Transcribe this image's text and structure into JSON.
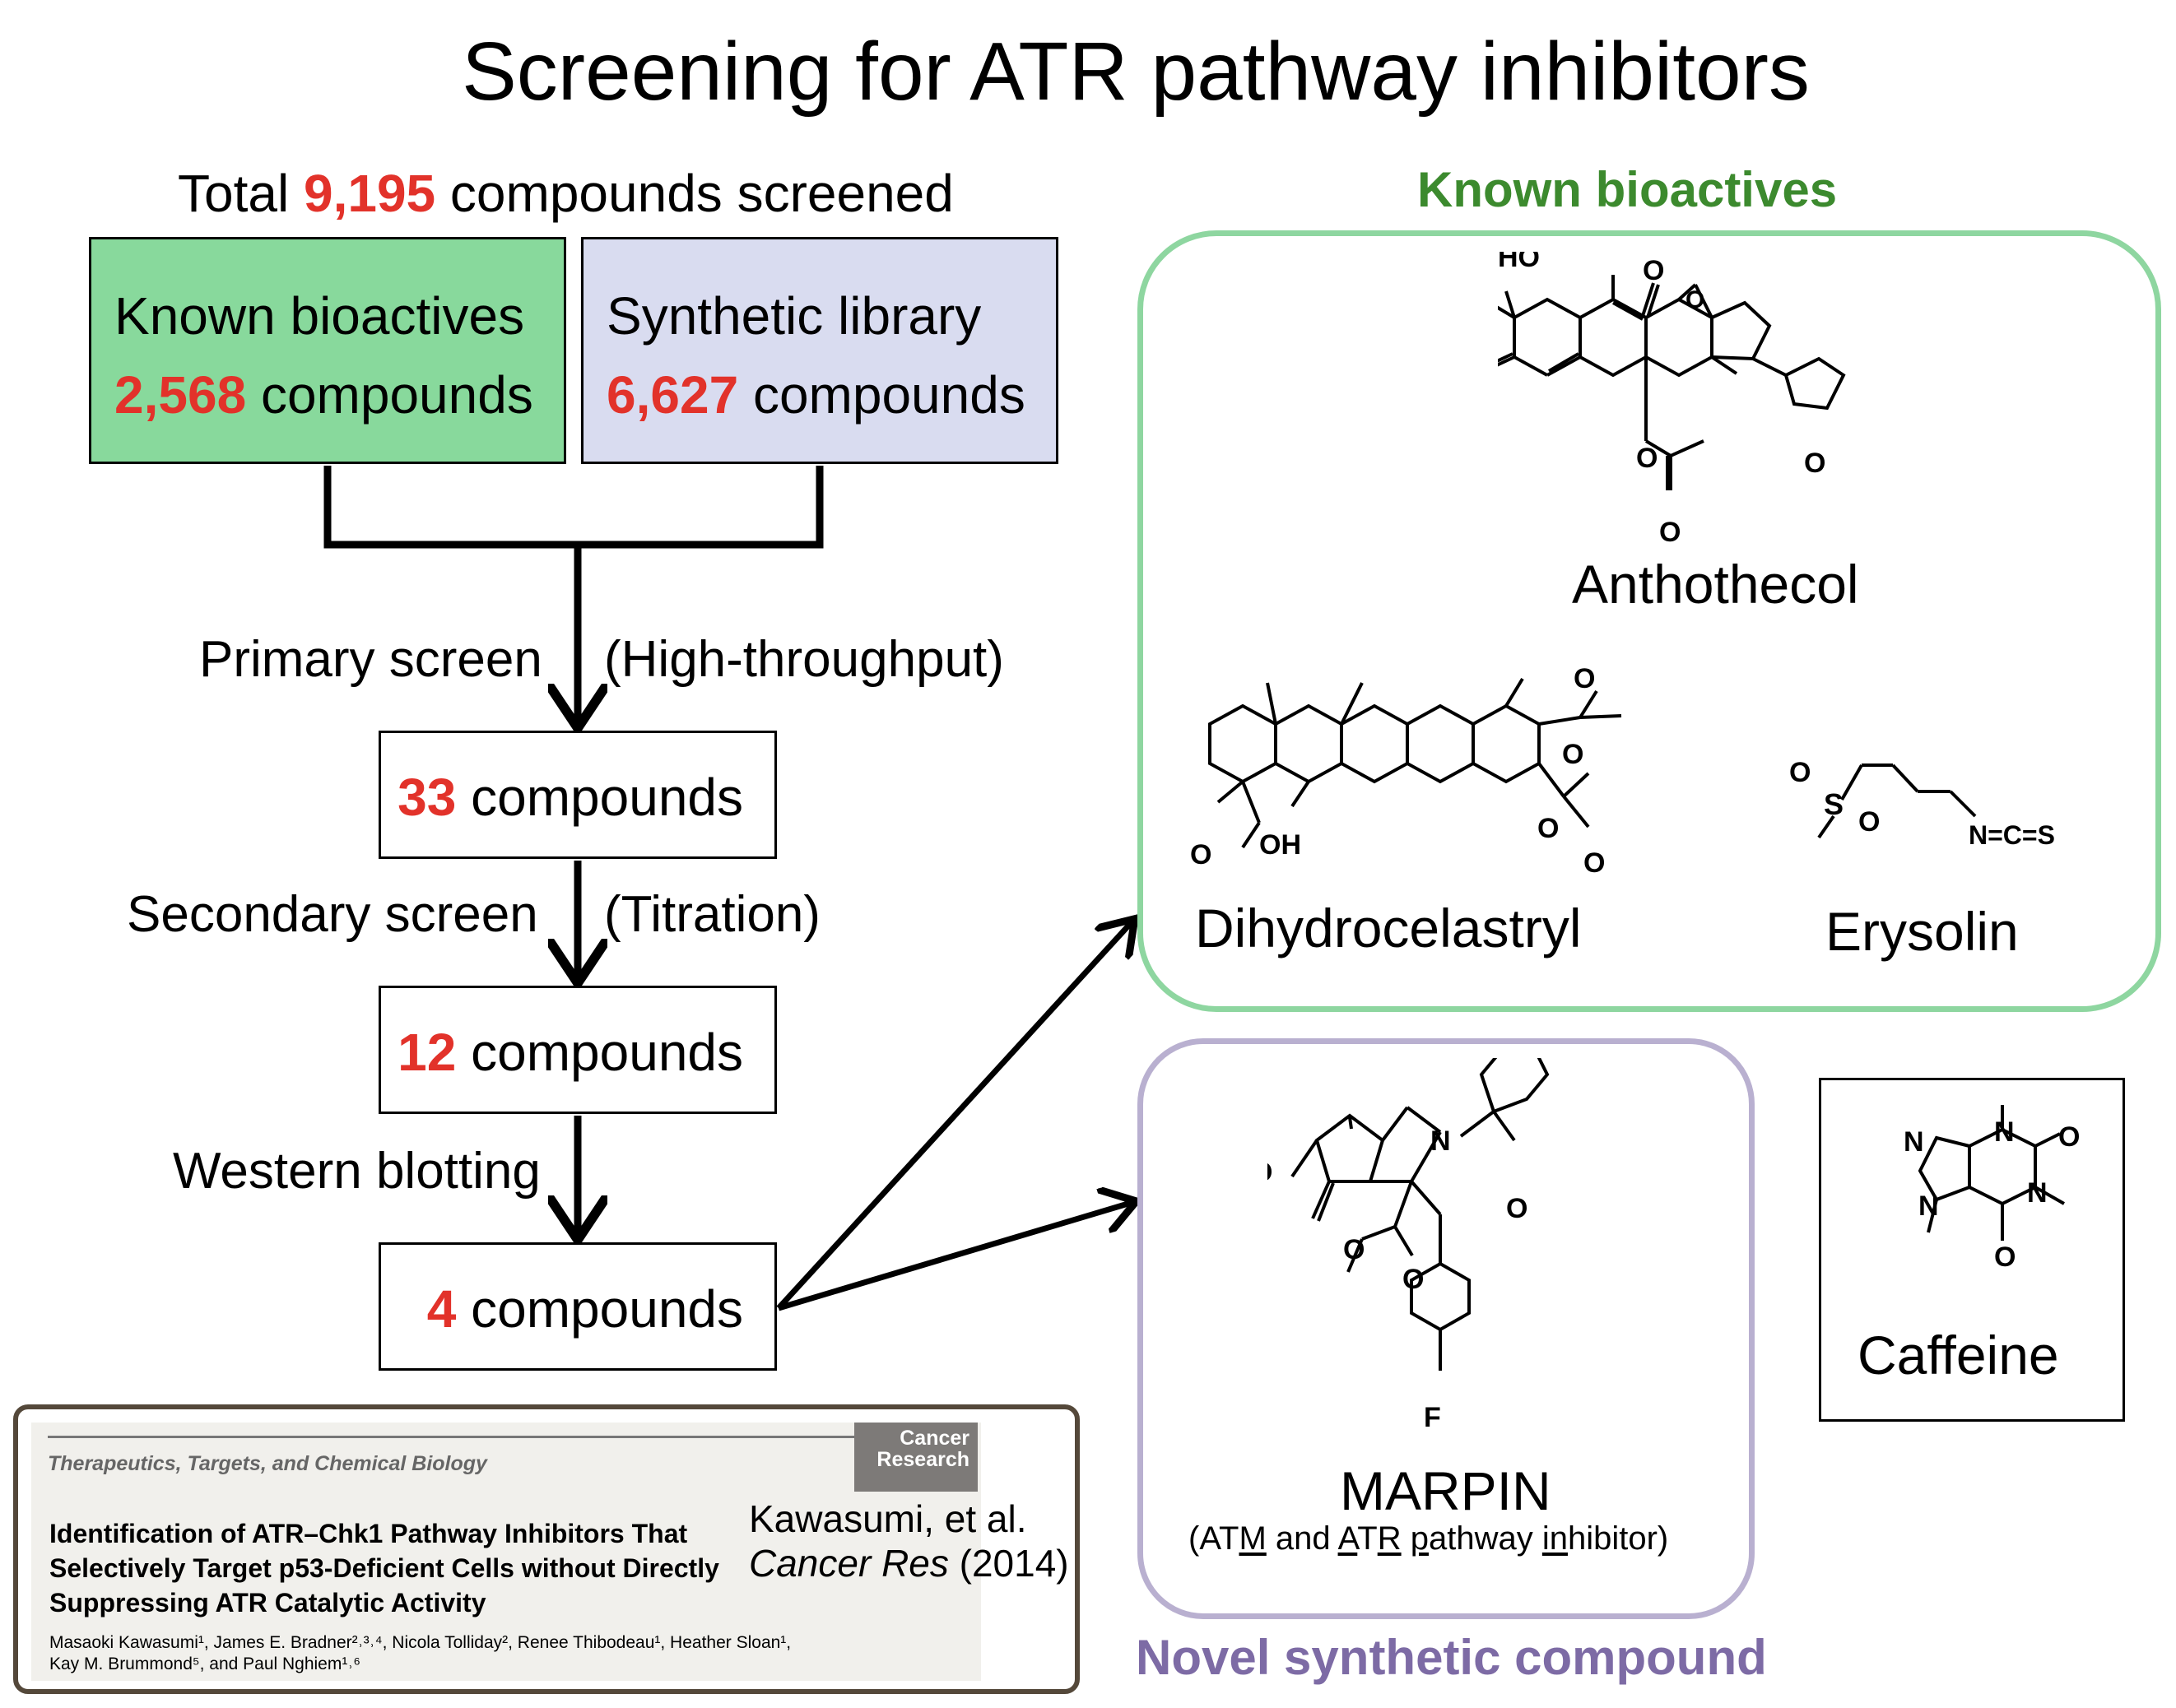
{
  "title": "Screening for ATR pathway inhibitors",
  "total": {
    "prefix": "Total",
    "count": "9,195",
    "suffix": "compounds screened"
  },
  "libraries": [
    {
      "name": "Known bioactives",
      "count": "2,568",
      "unit": "compounds",
      "color": "#88d99c"
    },
    {
      "name": "Synthetic library",
      "count": "6,627",
      "unit": "compounds",
      "color": "#d9dcf0"
    }
  ],
  "steps": [
    {
      "left": "Primary screen",
      "right": "(High-throughput)"
    },
    {
      "left": "Secondary screen",
      "right": "(Titration)"
    },
    {
      "left": "Western blotting",
      "right": ""
    }
  ],
  "stages": [
    {
      "count": "33",
      "unit": "compounds"
    },
    {
      "count": "12",
      "unit": "compounds"
    },
    {
      "count": "4",
      "unit": "compounds"
    }
  ],
  "known_panel": {
    "title": "Known bioactives",
    "color": "#3c8a2e",
    "border_color": "#8ed6a0",
    "compounds": [
      "Anthothecol",
      "Dihydrocelastryl",
      "Erysolin"
    ]
  },
  "novel_panel": {
    "title": "Novel synthetic compound",
    "color": "#7d6ba5",
    "border_color": "#b9b0d0",
    "compound": "MARPIN",
    "subtitle": {
      "open": "(AT",
      "u1": "M",
      "and": " and ",
      "u2": "A",
      "mid": "T",
      "u3": "R",
      "sp": " ",
      "u4": "p",
      "path": "athway ",
      "u5": "in",
      "tail": "hibitor)"
    }
  },
  "control": {
    "compound": "Caffeine"
  },
  "atoms": {
    "ho": "HO",
    "o": "O",
    "oh": "OH",
    "n": "N",
    "f": "F",
    "ncs": "N=C=S",
    "s": "S"
  },
  "paper": {
    "journal": "Therapeutics, Targets, and Chemical Biology",
    "badge_line1": "Cancer",
    "badge_line2": "Research",
    "title_lines": [
      "Identification of ATR–Chk1 Pathway Inhibitors That",
      "Selectively Target p53-Deficient Cells without Directly",
      "Suppressing ATR Catalytic Activity"
    ],
    "authors_line1": "Masaoki Kawasumi¹, James E. Bradner²˒³˒⁴, Nicola Tolliday², Renee Thibodeau¹, Heather Sloan¹,",
    "authors_line2": "Kay M. Brummond⁵, and Paul Nghiem¹˒⁶"
  },
  "citation": {
    "authors": "Kawasumi, et al.",
    "journal": "Cancer Res",
    "year": "(2014)"
  }
}
